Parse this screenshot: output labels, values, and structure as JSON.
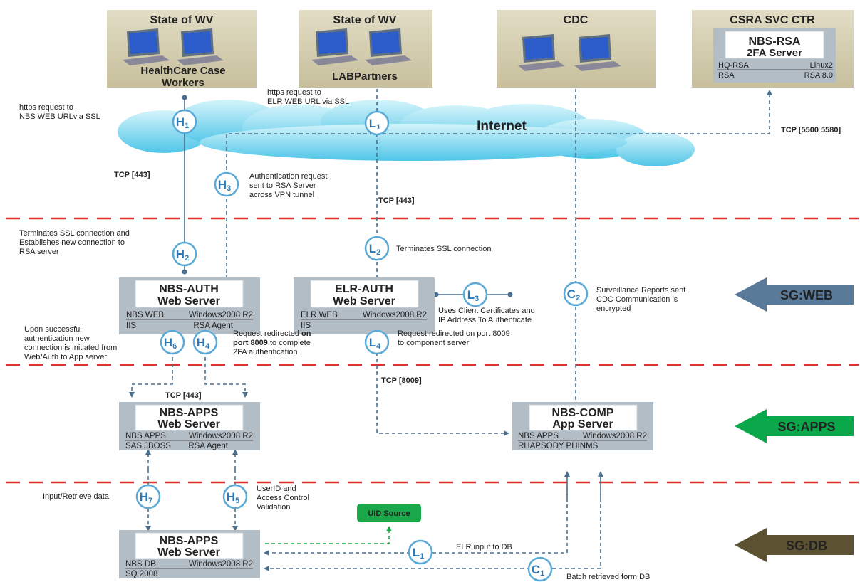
{
  "top_sites": [
    {
      "title": "State of WV",
      "subtitle": "HealthCare Case Workers"
    },
    {
      "title": "State of WV",
      "subtitle": "LABPartners"
    },
    {
      "title": "CDC"
    },
    {
      "title": "CSRA SVC CTR",
      "server_name": "NBS-RSA",
      "server_role": "2FA Server",
      "rows": [
        [
          "HQ-RSA",
          "Linux2"
        ],
        [
          "RSA",
          "RSA 8.0"
        ]
      ]
    }
  ],
  "internet_label": "Internet",
  "zones": [
    {
      "label": "SG:WEB",
      "color": "#5a7a9a"
    },
    {
      "label": "SG:APPS",
      "color": "#0aa84a"
    },
    {
      "label": "SG:DB",
      "color": "#5c5130"
    }
  ],
  "servers": {
    "nbs_auth": {
      "name": "NBS-AUTH",
      "role": "Web Server",
      "row1": [
        "NBS WEB",
        "Windows2008 R2"
      ],
      "row2": [
        "IIS",
        "RSA Agent"
      ]
    },
    "elr_auth": {
      "name": "ELR-AUTH",
      "role": "Web Server",
      "row1": [
        "ELR WEB",
        "Windows2008 R2"
      ],
      "row2": [
        "IIS",
        ""
      ]
    },
    "nbs_apps": {
      "name": "NBS-APPS",
      "role": "Web Server",
      "row1": [
        "NBS APPS",
        "Windows2008 R2"
      ],
      "row2": [
        "SAS JBOSS",
        "RSA Agent"
      ]
    },
    "nbs_comp": {
      "name": "NBS-COMP",
      "role": "App Server",
      "row1": [
        "NBS APPS",
        "Windows2008 R2"
      ],
      "row2": [
        "RHAPSODY PHINMS",
        ""
      ]
    },
    "nbs_db": {
      "name": "NBS-APPS",
      "role": "Web Server",
      "row1": [
        "NBS DB",
        "Windows2008 R2"
      ],
      "row2": [
        "SQ 2008",
        ""
      ]
    }
  },
  "uid_source": "UID Source",
  "tcp_labels": {
    "h_443": "TCP [443]",
    "l_443": "TCP [443]",
    "rsa_ports": "TCP [5500 5580]",
    "apps_443": "TCP [443]",
    "l_8009": "TCP [8009]"
  },
  "markers": [
    {
      "letter": "H",
      "sub": "1"
    },
    {
      "letter": "H",
      "sub": "2"
    },
    {
      "letter": "H",
      "sub": "3"
    },
    {
      "letter": "H",
      "sub": "4"
    },
    {
      "letter": "H",
      "sub": "5"
    },
    {
      "letter": "H",
      "sub": "6"
    },
    {
      "letter": "H",
      "sub": "7"
    },
    {
      "letter": "L",
      "sub": "1"
    },
    {
      "letter": "L",
      "sub": "2"
    },
    {
      "letter": "L",
      "sub": "3"
    },
    {
      "letter": "L",
      "sub": "4"
    },
    {
      "letter": "L",
      "sub": "1"
    },
    {
      "letter": "C",
      "sub": "2"
    },
    {
      "letter": "C",
      "sub": "1"
    }
  ],
  "notes": {
    "h1": [
      "https request to",
      "NBS WEB URLvia SSL"
    ],
    "l1": [
      "https request to",
      "ELR WEB URL via SSL"
    ],
    "h3": [
      "Authentication request",
      "sent to RSA Server",
      "across VPN tunnel"
    ],
    "h2": [
      "Terminates SSL connection and",
      "Establishes new connection to",
      "RSA server"
    ],
    "l2": [
      "Terminates SSL connection"
    ],
    "l3": [
      "Uses Client Certificates and",
      "IP Address To Authenticate"
    ],
    "c2": [
      "Surveillance Reports sent",
      "CDC Communication is",
      "encrypted"
    ],
    "h6": [
      "Upon successful",
      "authentication new",
      "connection is initiated from",
      "Web/Auth to App server"
    ],
    "h4_a": "Request redirected ",
    "h4_b": "on",
    "h4_c": "port 8009",
    "h4_d": " to complete",
    "h4_e": "2FA authentication",
    "l4": [
      "Request redirected on port 8009",
      "to component server"
    ],
    "h7": [
      "Input/Retrieve data"
    ],
    "h5": [
      "UserID and",
      "Access  Control",
      "Validation"
    ],
    "l1_db": [
      "ELR input to DB"
    ],
    "c1": [
      "Batch retrieved form DB"
    ]
  }
}
